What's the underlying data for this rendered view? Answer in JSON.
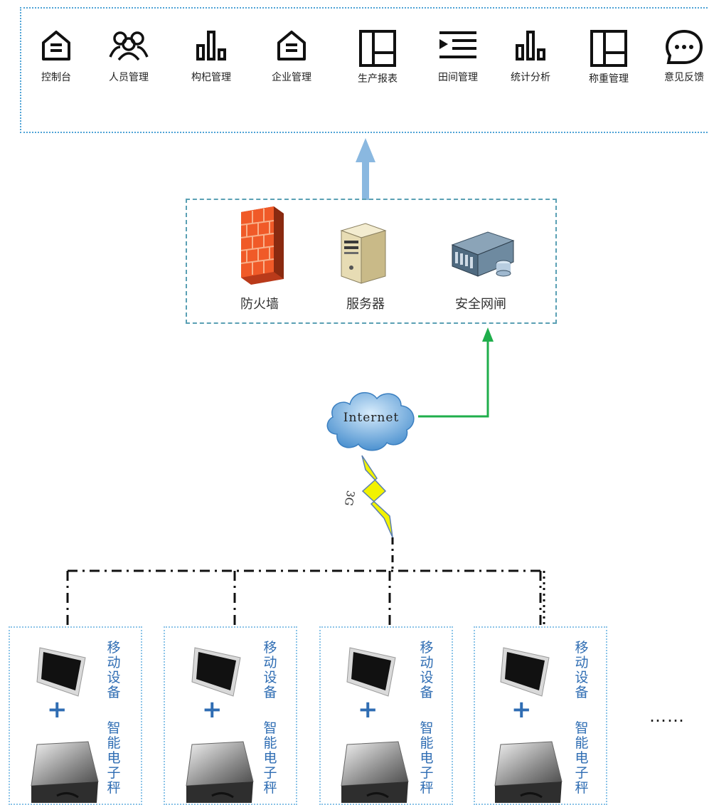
{
  "menu": {
    "items": [
      {
        "label": "控制台",
        "icon": "house-icon"
      },
      {
        "label": "人员管理",
        "icon": "people-icon"
      },
      {
        "label": "构杞管理",
        "icon": "bar-chart-icon"
      },
      {
        "label": "企业管理",
        "icon": "house-icon"
      },
      {
        "label": "生产报表",
        "icon": "layout-icon"
      },
      {
        "label": "田间管理",
        "icon": "indent-list-icon"
      },
      {
        "label": "统计分析",
        "icon": "bar-chart-icon"
      },
      {
        "label": "称重管理",
        "icon": "layout-icon"
      },
      {
        "label": "意见反馈",
        "icon": "chat-bubble-icon"
      }
    ]
  },
  "server_group": {
    "firewall_label": "防火墙",
    "server_label": "服务器",
    "gateway_label": "安全网闸"
  },
  "network": {
    "internet_label": "Internet",
    "wireless_label": "3G"
  },
  "devices": [
    {
      "mobile_label": "移动设备",
      "scale_label": "智能电子秤"
    },
    {
      "mobile_label": "移动设备",
      "scale_label": "智能电子秤"
    },
    {
      "mobile_label": "移动设备",
      "scale_label": "智能电子秤"
    },
    {
      "mobile_label": "移动设备",
      "scale_label": "智能电子秤"
    }
  ],
  "plus_sign": "+",
  "ellipsis": "……",
  "colors": {
    "up_arrow": "#8ab8e0",
    "green_arrow": "#1fae4b",
    "accent_blue": "#2f6db3",
    "cloud": "#5a9fd8",
    "bolt": "#f2f200"
  }
}
